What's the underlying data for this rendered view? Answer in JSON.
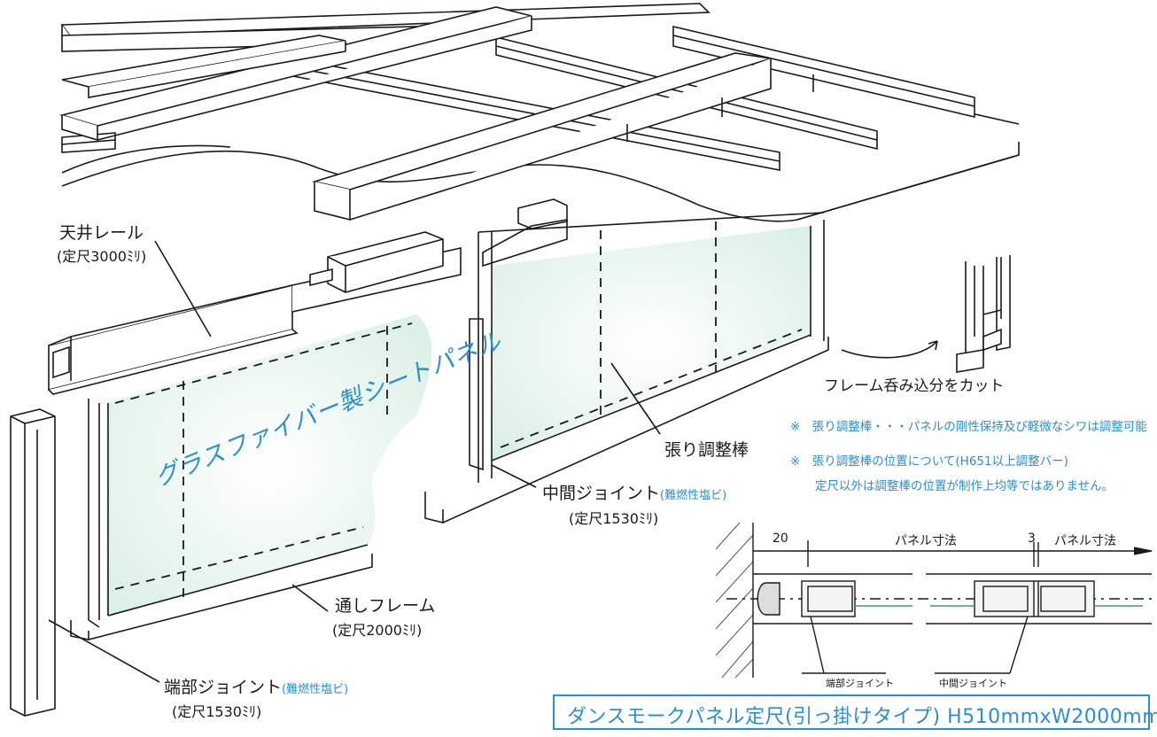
{
  "labels": {
    "ceiling_rail": "天井レール",
    "ceiling_rail_size": "(定尺3000ﾐﾘ)",
    "glass_panel": "グラスファイバー製シートパネル",
    "tension_bar": "張り調整棒",
    "middle_joint": "中間ジョイント",
    "middle_joint_material": "(難燃性塩ビ)",
    "middle_joint_size": "(定尺1530ﾐﾘ)",
    "through_frame": "通しフレーム",
    "through_frame_size": "(定尺2000ﾐﾘ)",
    "end_joint": "端部ジョイント",
    "end_joint_material": "(難燃性塩ビ)",
    "end_joint_size": "(定尺1530ﾐﾘ)",
    "frame_cut": "フレーム呑み込分をカット"
  },
  "notes": {
    "note1": "※　張り調整棒・・・パネルの剛性保持及び軽微なシワは調整可能",
    "note2": "※　張り調整棒の位置について(H651以上調整バー)",
    "note3": "定尺以外は調整棒の位置が制作上均等ではありません。"
  },
  "detail": {
    "dim_left": "20",
    "dim_label_left": "パネル寸法",
    "dim_mid": "3",
    "dim_label_right": "パネル寸法",
    "end_joint_label": "端部ジョイント",
    "middle_joint_label": "中間ジョイント"
  },
  "title": "ダンスモークパネル定尺(引っ掛けタイプ)  H510mmxW2000mm",
  "colors": {
    "accent": "#2a8fd0",
    "panel_fill": "#e2f3ec",
    "line": "#1a1a1a",
    "detail_green": "#3aa35a"
  }
}
